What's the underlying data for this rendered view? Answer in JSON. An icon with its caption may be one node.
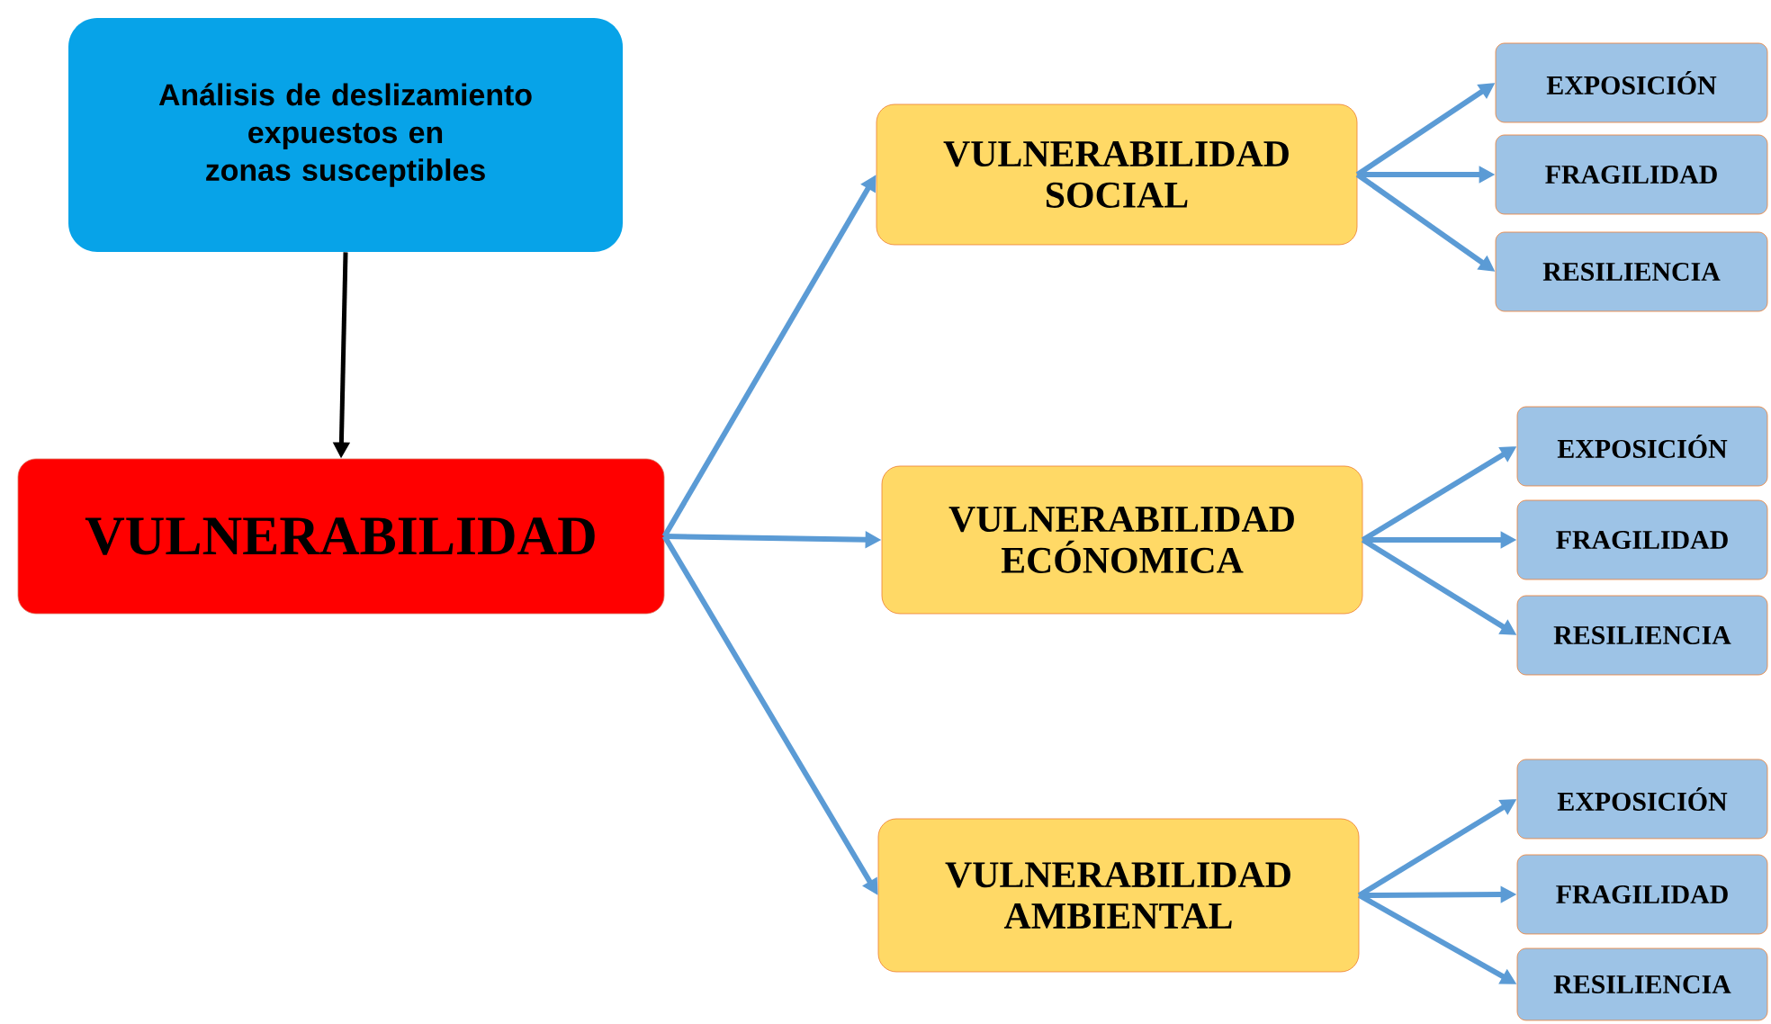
{
  "diagram": {
    "nodes": [
      {
        "text": [
          "Análisis de deslizamiento expuestos en zonas susceptibles"
        ]
      },
      {
        "text": [
          "VULNERABILIDAD"
        ]
      },
      {
        "text": [
          "VULNERABILIDAD SOCIAL"
        ]
      },
      {
        "text": [
          "VULNERABILIDAD ECÓNOMICA"
        ]
      },
      {
        "text": [
          "VULNERABILIDAD AMBIENTAL"
        ]
      },
      {
        "text": [
          "EXPOSICIÓN"
        ]
      },
      {
        "text": [
          "FRAGILIDAD"
        ]
      },
      {
        "text": [
          "RESILIENCIA"
        ]
      },
      {
        "text": [
          "EXPOSICIÓN"
        ]
      },
      {
        "text": [
          "FRAGILIDAD"
        ]
      },
      {
        "text": [
          "RESILIENCIA"
        ]
      },
      {
        "text": [
          "EXPOSICIÓN"
        ]
      },
      {
        "text": [
          "FRAGILIDAD"
        ]
      },
      {
        "text": [
          "RESILIENCIA"
        ]
      }
    ],
    "edges": [
      {
        "from": 0,
        "to": 1,
        "arrow": "to",
        "color": "#000000"
      },
      {
        "from": 1,
        "to": 2,
        "arrow": "to"
      },
      {
        "from": 1,
        "to": 3,
        "arrow": "to"
      },
      {
        "from": 1,
        "to": 4,
        "arrow": "to"
      },
      {
        "from": 2,
        "to": 5,
        "arrow": "to"
      },
      {
        "from": 2,
        "to": 6,
        "arrow": "to"
      },
      {
        "from": 2,
        "to": 7,
        "arrow": "to"
      },
      {
        "from": 3,
        "to": 8,
        "arrow": "to"
      },
      {
        "from": 3,
        "to": 9,
        "arrow": "to"
      },
      {
        "from": 3,
        "to": 10,
        "arrow": "to"
      },
      {
        "from": 4,
        "to": 11,
        "arrow": "to"
      },
      {
        "from": 4,
        "to": 12,
        "arrow": "to"
      },
      {
        "from": 4,
        "to": 13,
        "arrow": "to"
      }
    ]
  }
}
